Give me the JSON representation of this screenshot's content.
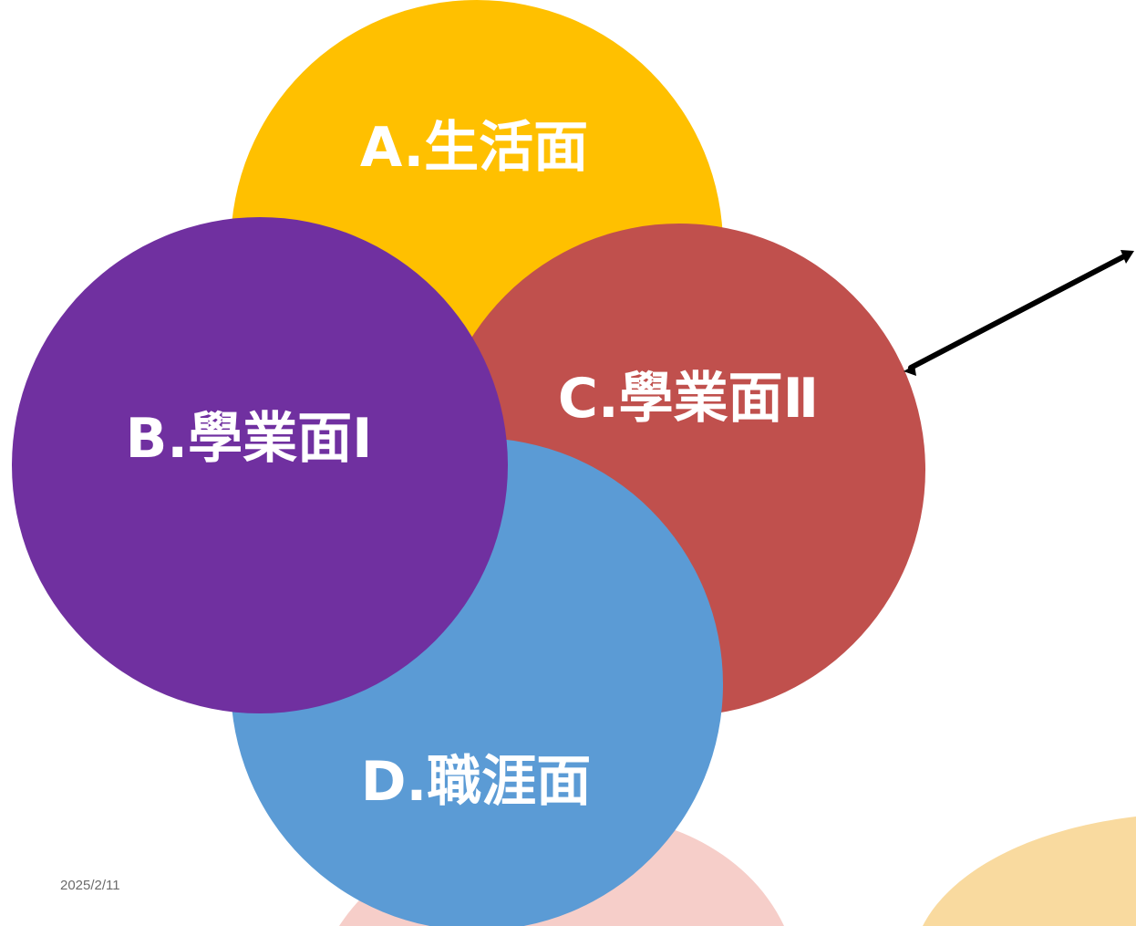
{
  "circles": {
    "a": {
      "label": "A.生活面",
      "color": "#FFC000"
    },
    "b": {
      "label": "B.學業面Ⅰ",
      "color": "#7030A0"
    },
    "c": {
      "label": "C.學業面Ⅱ",
      "color": "#C0504D"
    },
    "d": {
      "label": "D.職涯面",
      "color": "#5B9BD5"
    }
  },
  "footer": {
    "date": "2025/2/11"
  },
  "decor": {
    "blob_pink": "#F4C5C0",
    "blob_yellow": "#F8D48E",
    "arrow": "#000000"
  }
}
